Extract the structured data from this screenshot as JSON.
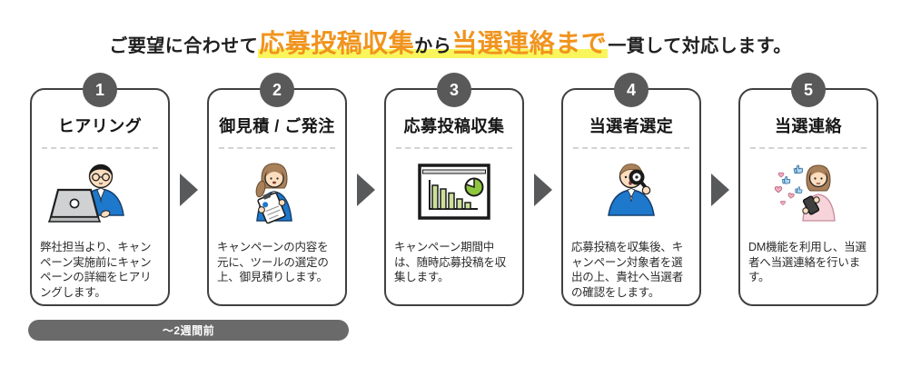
{
  "title": {
    "prefix": "ご要望に合わせて",
    "highlight1": "応募投稿収集",
    "connector": "から",
    "highlight2": "当選連絡まで",
    "suffix": "一貫して対応します。"
  },
  "steps": [
    {
      "number": "1",
      "title": "ヒアリング",
      "description": "弊社担当より、キャンペーン実施前にキャンペーンの詳細をヒアリングします。",
      "illustration": "man-with-laptop-icon"
    },
    {
      "number": "2",
      "title": "御見積 / ご発注",
      "description": "キャンペーンの内容を元に、ツールの選定の上、御見積りします。",
      "illustration": "woman-with-clipboard-icon"
    },
    {
      "number": "3",
      "title": "応募投稿収集",
      "description": "キャンペーン期間中は、随時応募投稿を収集します。",
      "illustration": "analytics-dashboard-icon"
    },
    {
      "number": "4",
      "title": "当選者選定",
      "description": "応募投稿を収集後、キャンペーン対象者を選出の上、貴社へ当選者の確認をします。",
      "illustration": "man-with-magnifier-icon"
    },
    {
      "number": "5",
      "title": "当選連絡",
      "description": "DM機能を利用し、当選者へ当選連絡を行います。",
      "illustration": "woman-with-phone-icon"
    }
  ],
  "timeline": {
    "label": "〜2週間前"
  },
  "icons": {
    "between_steps": "right-arrow-icon"
  },
  "colors": {
    "accent_orange": "#F0941E",
    "marker_yellow": "#F8F65C",
    "badge_gray": "#595959",
    "bar_gray": "#6A6A6A",
    "suit_blue": "#1E78CC",
    "leaf_green": "#8DC63F",
    "bar_green": "#CCDF99"
  }
}
